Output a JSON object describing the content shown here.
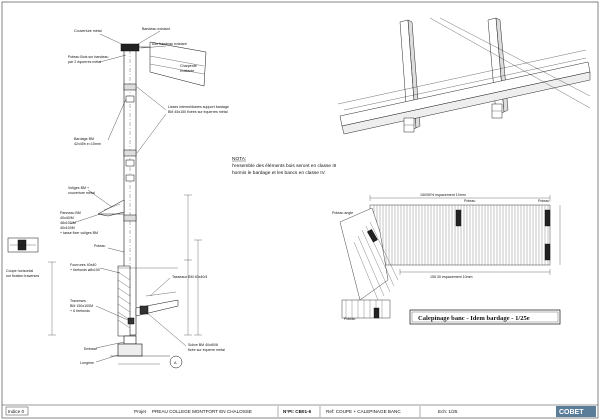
{
  "labels": {
    "couverture_metal": "Couverture métal",
    "bandeau_existant": "Bandeau existant",
    "axe_bandeau_existant": "Axe bandeau existant",
    "poteau_bois": "Poteau Bois sur bandeau",
    "poteau_bois_2": "par 2 équerres métal",
    "charpente": "Charpente",
    "charpente_2": "existante",
    "lisses": "Lisses intermédiaires support bardage",
    "lisses_2": "BM 45x150 fixées sur équerres métal",
    "bardage": "Bardage BM",
    "bardage_2": "42x45h e=15mm",
    "voliges": "Voliges BM +",
    "voliges_2": "couverture métal",
    "panneau": "Panneau BM",
    "panneau_2": "40x40/M",
    "panneau_3": "48x100/M",
    "panneau_4": "40x100M",
    "panneau_5": "+ tasse fixer voliges BM",
    "poteau": "Poteau",
    "fourrures": "Fourrures 40x40",
    "fourrures_2": "+ tirefonds ø8x100",
    "tasseaux": "Tasseaux BM 40x40/4",
    "traverses": "Traverses",
    "traverses_2": "BM 150x100M",
    "traverses_3": "+ 6 tirefonds",
    "embase": "Embase",
    "solive": "Solive BM 40x60/6",
    "solive_2": "fixée sur équerre métal",
    "longrine": "Longrine",
    "coupe_horizontal": "Coupe horizontal",
    "coupe_horizontal_2": "sur fixation traverses",
    "poteau_angle": "Poteau angle",
    "poteau_plan_1": "Poteau",
    "poteau_plan_2": "Poteau",
    "poteau_plan_3": "Poteau",
    "dim_top": "150/50% espacement 10mm",
    "dim_bottom": "155 30 espacement 10mm",
    "section_marker": "A"
  },
  "note": {
    "line1": "NOTA:",
    "line2": "l'ensemble des éléments bois seront en classe III",
    "line3": "hormis le bardage et les bancs en classe IV."
  },
  "calepinage_title": "Calepinage banc - Idem bardage - 1/25e",
  "title_block": {
    "indice": "Indice 0",
    "projet_label": "Projet",
    "projet": "PREAU COLLEGE MONTFORT EN CHALOSSE",
    "num_label": "N°PI: CB01-6",
    "ref_label": "Ref: COUPE + CALEPINAGE BANC",
    "echelle": "Ech: 1/25",
    "logo": "COBET"
  }
}
